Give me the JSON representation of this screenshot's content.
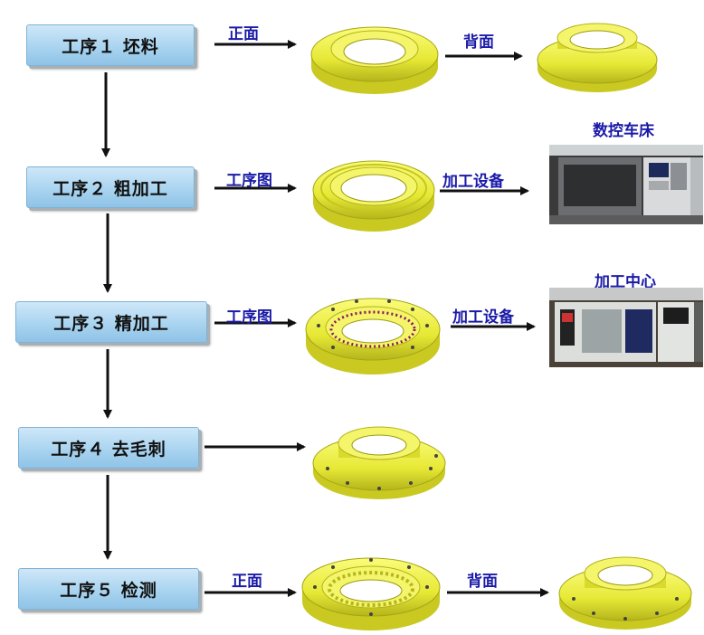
{
  "steps": [
    {
      "label": "工序１ 坯料"
    },
    {
      "label": "工序２ 粗加工"
    },
    {
      "label": "工序３ 精加工"
    },
    {
      "label": "工序４ 去毛刺"
    },
    {
      "label": "工序５ 检测"
    }
  ],
  "arrow_labels": {
    "front": "正面",
    "back": "背面",
    "process_drawing": "工序图",
    "equipment": "加工设备",
    "front_2": "正面",
    "back_2": "背面"
  },
  "machines": {
    "cnc_lathe": "数控车床",
    "machining_center": "加工中心"
  },
  "colors": {
    "part_yellow": "#e6e835",
    "part_shadow": "#9a9a10",
    "step_blue": "#a9d4f0",
    "label_blue": "#1a1aa8"
  }
}
